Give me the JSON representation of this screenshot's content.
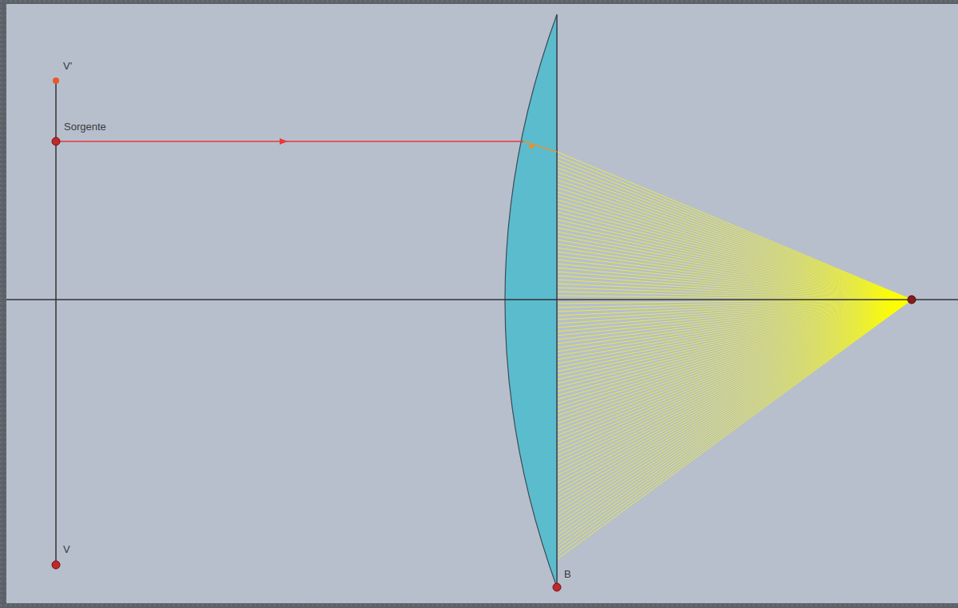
{
  "diagram": {
    "labels": [
      "V'",
      "Sorgente",
      "V",
      "B"
    ]
  }
}
